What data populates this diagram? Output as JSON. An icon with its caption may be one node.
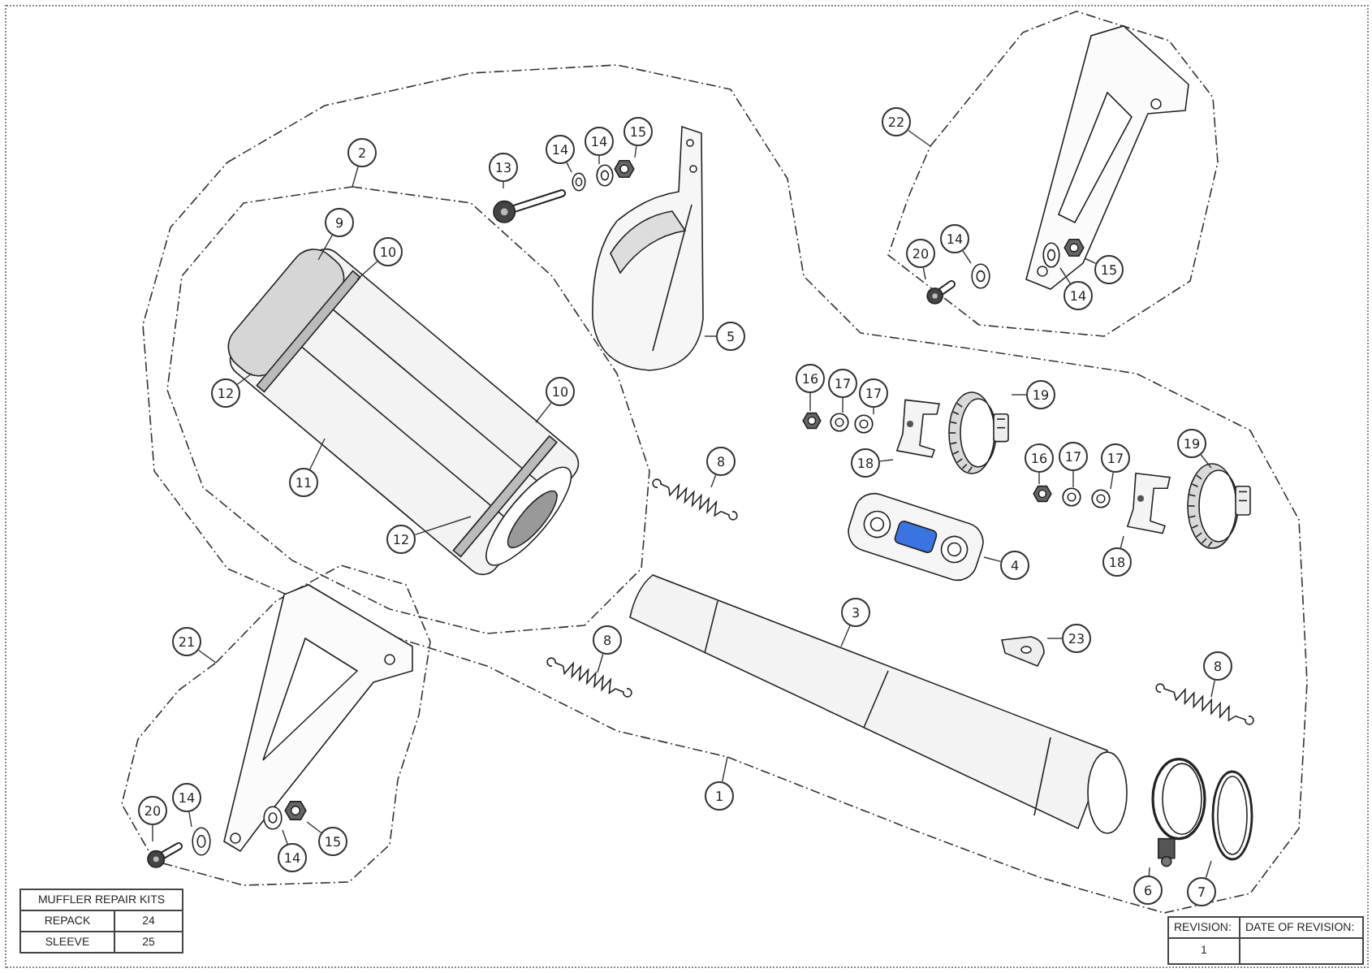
{
  "diagram": {
    "nodes": [
      {
        "text": [],
        "shape": "outline"
      },
      {
        "text": [],
        "shape": "outline",
        "in": 0
      },
      {
        "text": [],
        "shape": "outline"
      },
      {
        "text": [],
        "shape": "outline"
      },
      {
        "text": [
          "1"
        ]
      },
      {
        "text": [
          "2"
        ],
        "in": 0
      },
      {
        "text": [],
        "shape": "picture",
        "in": 1
      },
      {
        "text": [
          "9"
        ],
        "in": 1
      },
      {
        "text": [
          "10"
        ],
        "in": 1
      },
      {
        "text": [
          "12"
        ],
        "in": 1
      },
      {
        "text": [
          "11"
        ],
        "in": 6
      },
      {
        "text": [
          "10"
        ],
        "in": 6
      },
      {
        "text": [
          "12"
        ],
        "in": 6
      },
      {
        "text": [
          "13"
        ],
        "in": 0
      },
      {
        "text": [],
        "shape": "picture",
        "in": 0
      },
      {
        "text": [
          "14"
        ],
        "in": 0
      },
      {
        "text": [],
        "shape": "picture",
        "in": 0
      },
      {
        "text": [
          "14"
        ],
        "in": 0
      },
      {
        "text": [],
        "shape": "picture",
        "in": 0
      },
      {
        "text": [
          "15"
        ],
        "in": 0
      },
      {
        "text": [],
        "shape": "picture",
        "in": 0
      },
      {
        "text": [
          "5"
        ],
        "in": 0
      },
      {
        "text": [],
        "shape": "picture",
        "in": 0
      },
      {
        "text": [
          "8"
        ],
        "in": 0
      },
      {
        "text": [],
        "shape": "picture",
        "in": 0
      },
      {
        "text": [
          "22"
        ]
      },
      {
        "text": [],
        "shape": "picture",
        "in": 2
      },
      {
        "text": [
          "20"
        ],
        "in": 2
      },
      {
        "text": [],
        "shape": "picture",
        "in": 2
      },
      {
        "text": [
          "14"
        ],
        "in": 2
      },
      {
        "text": [],
        "shape": "picture",
        "in": 2
      },
      {
        "text": [
          "14"
        ],
        "in": 2
      },
      {
        "text": [],
        "shape": "picture",
        "in": 26
      },
      {
        "text": [
          "15"
        ],
        "in": 2
      },
      {
        "text": [],
        "shape": "picture",
        "in": 26
      },
      {
        "text": [
          "16"
        ],
        "in": 0
      },
      {
        "text": [],
        "shape": "picture",
        "in": 0
      },
      {
        "text": [
          "17"
        ],
        "in": 0
      },
      {
        "text": [],
        "shape": "picture",
        "in": 0
      },
      {
        "text": [
          "17"
        ],
        "in": 0
      },
      {
        "text": [],
        "shape": "picture",
        "in": 0
      },
      {
        "text": [
          "18"
        ],
        "in": 0
      },
      {
        "text": [],
        "shape": "picture",
        "in": 0
      },
      {
        "text": [
          "19"
        ],
        "in": 0
      },
      {
        "text": [],
        "shape": "picture",
        "in": 0
      },
      {
        "text": [
          "16"
        ],
        "in": 0
      },
      {
        "text": [],
        "shape": "picture",
        "in": 0
      },
      {
        "text": [
          "17"
        ],
        "in": 0
      },
      {
        "text": [],
        "shape": "picture",
        "in": 0
      },
      {
        "text": [
          "17"
        ],
        "in": 0
      },
      {
        "text": [],
        "shape": "picture",
        "in": 0
      },
      {
        "text": [
          "18"
        ],
        "in": 0
      },
      {
        "text": [],
        "shape": "picture",
        "in": 0
      },
      {
        "text": [
          "19"
        ],
        "in": 0
      },
      {
        "text": [],
        "shape": "picture",
        "in": 0
      },
      {
        "text": [
          "4"
        ],
        "in": 0
      },
      {
        "text": [],
        "shape": "picture",
        "in": 0
      },
      {
        "text": [
          "3"
        ],
        "in": 0
      },
      {
        "text": [],
        "shape": "picture",
        "in": 0
      },
      {
        "text": [
          "23"
        ],
        "in": 0
      },
      {
        "text": [],
        "shape": "picture",
        "in": 0
      },
      {
        "text": [
          "8"
        ],
        "in": 0
      },
      {
        "text": [],
        "shape": "picture",
        "in": 0
      },
      {
        "text": [
          "8"
        ],
        "in": 0
      },
      {
        "text": [],
        "shape": "picture",
        "in": 0
      },
      {
        "text": [
          "21"
        ]
      },
      {
        "text": [],
        "shape": "picture",
        "in": 3
      },
      {
        "text": [
          "20"
        ],
        "in": 3
      },
      {
        "text": [],
        "shape": "picture",
        "in": 3
      },
      {
        "text": [
          "14"
        ],
        "in": 3
      },
      {
        "text": [],
        "shape": "picture",
        "in": 3
      },
      {
        "text": [
          "14"
        ],
        "in": 3
      },
      {
        "text": [],
        "shape": "picture",
        "in": 3
      },
      {
        "text": [
          "15"
        ],
        "in": 3
      },
      {
        "text": [],
        "shape": "picture",
        "in": 3
      },
      {
        "text": [
          "6"
        ],
        "in": 0
      },
      {
        "text": [],
        "shape": "picture",
        "in": 0
      },
      {
        "text": [
          "7"
        ],
        "in": 0
      },
      {
        "text": [],
        "shape": "picture",
        "in": 0
      }
    ],
    "edges": [
      {
        "from": 4,
        "to": 0,
        "arrow": "none"
      },
      {
        "from": 5,
        "to": 1,
        "arrow": "none"
      },
      {
        "from": 7,
        "to": 6,
        "arrow": "none"
      },
      {
        "from": 8,
        "to": 6,
        "arrow": "none"
      },
      {
        "from": 9,
        "to": 6,
        "arrow": "none"
      },
      {
        "from": 10,
        "to": 6,
        "arrow": "none"
      },
      {
        "from": 11,
        "to": 6,
        "arrow": "none"
      },
      {
        "from": 12,
        "to": 6,
        "arrow": "none"
      },
      {
        "from": 13,
        "to": 14,
        "arrow": "none"
      },
      {
        "from": 15,
        "to": 16,
        "arrow": "none"
      },
      {
        "from": 17,
        "to": 18,
        "arrow": "none"
      },
      {
        "from": 19,
        "to": 20,
        "arrow": "none"
      },
      {
        "from": 21,
        "to": 22,
        "arrow": "none"
      },
      {
        "from": 23,
        "to": 24,
        "arrow": "none"
      },
      {
        "from": 25,
        "to": 2,
        "arrow": "none"
      },
      {
        "from": 27,
        "to": 28,
        "arrow": "none"
      },
      {
        "from": 29,
        "to": 30,
        "arrow": "none"
      },
      {
        "from": 31,
        "to": 32,
        "arrow": "none"
      },
      {
        "from": 33,
        "to": 34,
        "arrow": "none"
      },
      {
        "from": 35,
        "to": 36,
        "arrow": "none"
      },
      {
        "from": 37,
        "to": 38,
        "arrow": "none"
      },
      {
        "from": 39,
        "to": 40,
        "arrow": "none"
      },
      {
        "from": 41,
        "to": 42,
        "arrow": "none"
      },
      {
        "from": 43,
        "to": 44,
        "arrow": "none"
      },
      {
        "from": 45,
        "to": 46,
        "arrow": "none"
      },
      {
        "from": 47,
        "to": 48,
        "arrow": "none"
      },
      {
        "from": 49,
        "to": 50,
        "arrow": "none"
      },
      {
        "from": 51,
        "to": 52,
        "arrow": "none"
      },
      {
        "from": 53,
        "to": 54,
        "arrow": "none"
      },
      {
        "from": 55,
        "to": 56,
        "arrow": "none"
      },
      {
        "from": 57,
        "to": 58,
        "arrow": "none"
      },
      {
        "from": 59,
        "to": 60,
        "arrow": "none"
      },
      {
        "from": 61,
        "to": 62,
        "arrow": "none"
      },
      {
        "from": 63,
        "to": 64,
        "arrow": "none"
      },
      {
        "from": 65,
        "to": 3,
        "arrow": "none"
      },
      {
        "from": 67,
        "to": 68,
        "arrow": "none"
      },
      {
        "from": 69,
        "to": 70,
        "arrow": "none"
      },
      {
        "from": 71,
        "to": 72,
        "arrow": "none"
      },
      {
        "from": 73,
        "to": 74,
        "arrow": "none"
      },
      {
        "from": 75,
        "to": 76,
        "arrow": "none"
      },
      {
        "from": 77,
        "to": 78,
        "arrow": "none"
      }
    ],
    "labels": [
      "MUFFLER REPAIR KITS",
      "REPACK",
      "24",
      "SLEEVE",
      "25",
      "REVISION:",
      "DATE OF REVISION:",
      "1"
    ]
  }
}
